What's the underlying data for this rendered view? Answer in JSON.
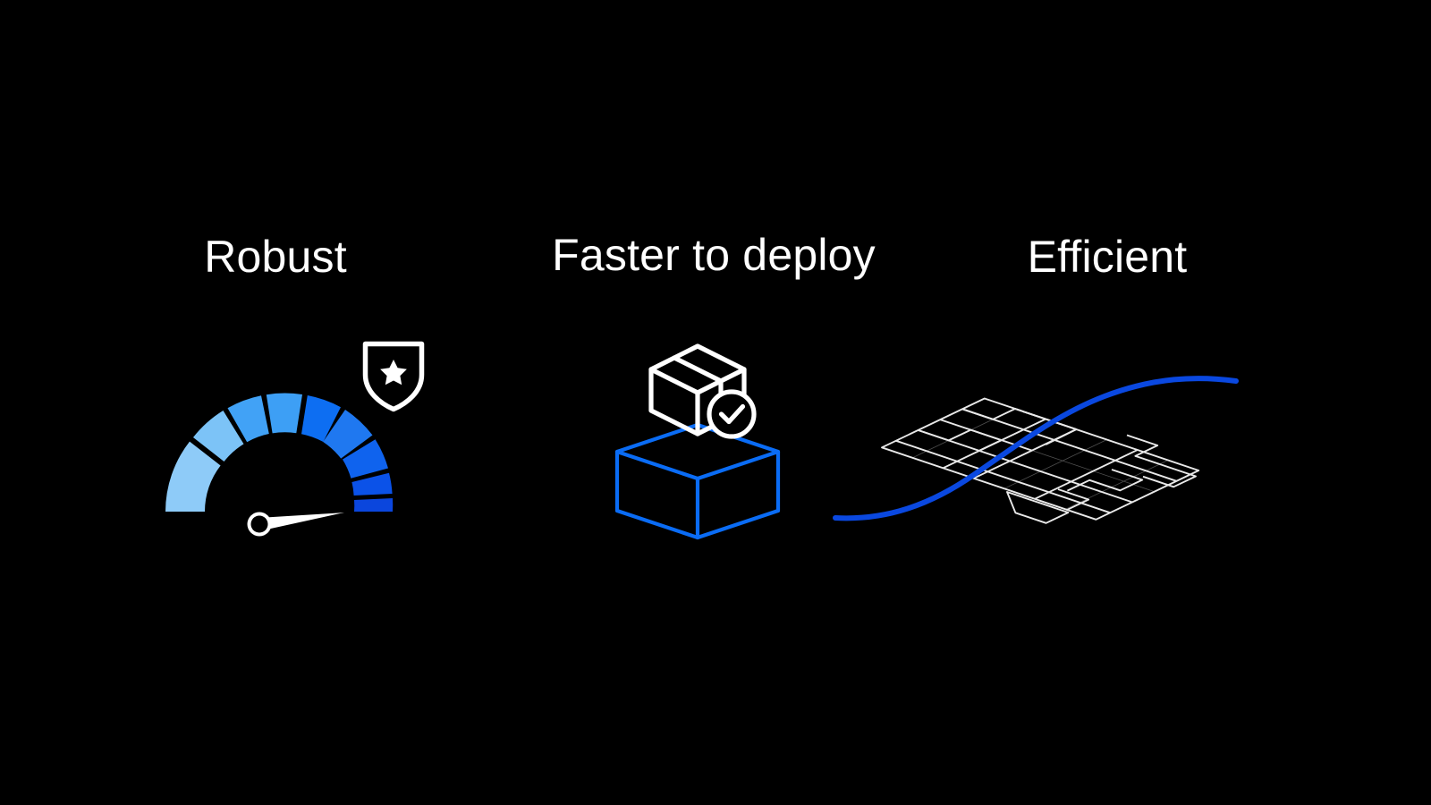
{
  "theme": {
    "background": "#000000",
    "text_color": "#ffffff",
    "accent_blue": "#0a6cf5",
    "accent_blue_dark": "#0b46dd",
    "accent_blue_light": "#8ecbf8",
    "grid_line": "#e9e9e9"
  },
  "columns": [
    {
      "id": "robust",
      "title": "Robust",
      "icon": "gauge-shield-icon",
      "gauge": {
        "needle_angle_deg": 8,
        "segments": [
          {
            "start_deg": 180,
            "end_deg": 142,
            "color": "#8ecbf8"
          },
          {
            "start_deg": 139,
            "end_deg": 120,
            "color": "#7cc3f7"
          },
          {
            "start_deg": 117,
            "end_deg": 101,
            "color": "#41a2f6"
          },
          {
            "start_deg": 98,
            "end_deg": 82,
            "color": "#3d9ff5"
          },
          {
            "start_deg": 79,
            "end_deg": 62,
            "color": "#0d6ef2"
          },
          {
            "start_deg": 59,
            "end_deg": 43,
            "color": "#1f78f0"
          },
          {
            "start_deg": 40,
            "end_deg": 25,
            "color": "#0f63ee"
          },
          {
            "start_deg": 22,
            "end_deg": 8,
            "color": "#0b52e8"
          },
          {
            "start_deg": 5,
            "end_deg": -8,
            "color": "#0b46dd"
          }
        ]
      },
      "badge": {
        "name": "shield-star-badge",
        "color": "#ffffff"
      }
    },
    {
      "id": "deploy",
      "title": "Faster to deploy",
      "icon": "package-cube-icon",
      "package": {
        "name": "package-box-check-icon",
        "color": "#ffffff"
      },
      "cube": {
        "name": "isometric-cube-outline",
        "color": "#0a6cf5"
      }
    },
    {
      "id": "efficient",
      "title": "Efficient",
      "icon": "isometric-grid-curve-icon",
      "grid": {
        "name": "isometric-plane-grid",
        "color": "#e9e9e9"
      },
      "curve": {
        "name": "performance-curve",
        "color": "#0a48e0"
      }
    }
  ]
}
